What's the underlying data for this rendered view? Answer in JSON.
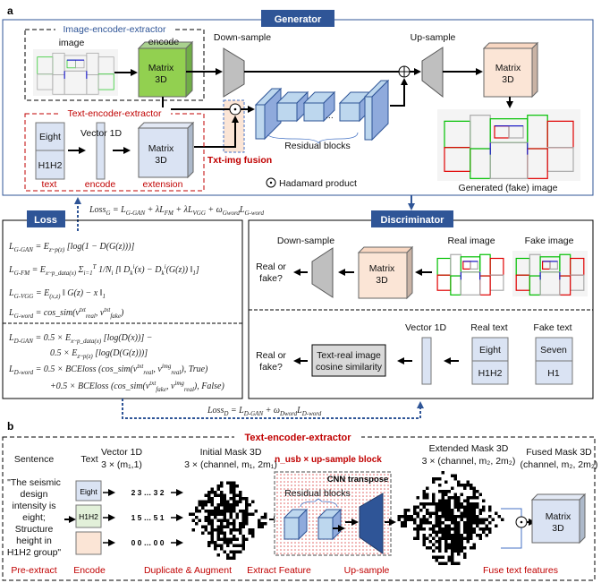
{
  "panel_a": {
    "label": "a",
    "generator": {
      "title": "Generator",
      "image_encoder_title": "Image-encoder-extractor",
      "image_label": "image",
      "encode_label": "encode",
      "matrix_green": [
        "Matrix",
        "3D"
      ],
      "down_sample": "Down-sample",
      "up_sample": "Up-sample",
      "matrix_peach": [
        "Matrix",
        "3D"
      ],
      "residual_blocks": "Residual blocks",
      "generated_image": "Generated (fake) image",
      "text_encoder_title": "Text-encoder-extractor",
      "text_box": [
        "Eight",
        "H1H2"
      ],
      "vector_label": "Vector 1D",
      "matrix_blue": [
        "Matrix",
        "3D"
      ],
      "text_caption": "text",
      "encode_caption": "encode",
      "extension_caption": "extension",
      "fusion_label": "Txt-img fusion",
      "hadamard_label": "Hadamard product",
      "ellipsis": "..."
    },
    "loss_g": [
      [
        "Loss",
        ""
      ],
      [
        "G",
        "sub"
      ],
      [
        " = L",
        ""
      ],
      [
        "G-GAN",
        "sub"
      ],
      [
        " + λL",
        ""
      ],
      [
        "FM",
        "sub"
      ],
      [
        " + λL",
        ""
      ],
      [
        "VGG",
        "sub"
      ],
      [
        " + ω",
        ""
      ],
      [
        "Gword",
        "sub"
      ],
      [
        "L",
        ""
      ],
      [
        "G-word",
        "sub"
      ]
    ],
    "loss": {
      "title": "Loss",
      "equations": [
        [
          [
            "L",
            ""
          ],
          [
            "G-GAN",
            "sub"
          ],
          [
            " = E",
            ""
          ],
          [
            "z~p(z)",
            "sub"
          ],
          [
            " [log(1 − D(G(z)))]",
            ""
          ]
        ],
        [
          [
            "L",
            ""
          ],
          [
            "G-FM",
            "sub"
          ],
          [
            " = E",
            ""
          ],
          [
            "x~p_data(x)",
            "sub"
          ],
          [
            " Σ",
            ""
          ],
          [
            "i=1",
            "sub"
          ],
          [
            "T",
            "sup"
          ],
          [
            " 1/N",
            ""
          ],
          [
            "i",
            "sub"
          ],
          [
            " [‖ D",
            ""
          ],
          [
            "k",
            "sub"
          ],
          [
            "i",
            "sup"
          ],
          [
            "(x) − D",
            ""
          ],
          [
            "k",
            "sub"
          ],
          [
            "i",
            "sup"
          ],
          [
            "(G(z)) ‖",
            ""
          ],
          [
            "1",
            "sub"
          ],
          [
            "]",
            ""
          ]
        ],
        [
          [
            "L",
            ""
          ],
          [
            "G-VGG",
            "sub"
          ],
          [
            " = E",
            ""
          ],
          [
            "(x,z)",
            "sub"
          ],
          [
            " ‖ G(z) − x ‖",
            ""
          ],
          [
            "1",
            "sub"
          ]
        ],
        [
          [
            "L",
            ""
          ],
          [
            "G-word",
            "sub"
          ],
          [
            " = cos_sim(v",
            ""
          ],
          [
            "txt",
            "sup"
          ],
          [
            "real",
            "sub"
          ],
          [
            ", v",
            ""
          ],
          [
            "txt",
            "sup"
          ],
          [
            "fake",
            "sub"
          ],
          [
            ")",
            ""
          ]
        ],
        [
          [
            "L",
            ""
          ],
          [
            "D-GAN",
            "sub"
          ],
          [
            " = 0.5 × E",
            ""
          ],
          [
            "x~p_data(x)",
            "sub"
          ],
          [
            " [log(D(x))] −",
            ""
          ]
        ],
        [
          [
            "0.5 × E",
            ""
          ],
          [
            "z~p(z)",
            "sub"
          ],
          [
            " [log(D(G(z)))]",
            ""
          ]
        ],
        [
          [
            "L",
            ""
          ],
          [
            "D-word",
            "sub"
          ],
          [
            " = 0.5 × BCEloss (cos_sim(v",
            ""
          ],
          [
            "txt",
            "sup"
          ],
          [
            "real",
            "sub"
          ],
          [
            ", v",
            ""
          ],
          [
            "img",
            "sup"
          ],
          [
            "real",
            "sub"
          ],
          [
            "), True)",
            ""
          ]
        ],
        [
          [
            "+0.5 × BCEloss (cos_sim(v",
            ""
          ],
          [
            "txt",
            "sup"
          ],
          [
            "fake",
            "sub"
          ],
          [
            ", v",
            ""
          ],
          [
            "img",
            "sup"
          ],
          [
            "real",
            "sub"
          ],
          [
            "), False)",
            ""
          ]
        ]
      ]
    },
    "discriminator": {
      "title": "Discriminator",
      "real_or_fake": [
        "Real or",
        "fake?"
      ],
      "down_sample": "Down-sample",
      "matrix": [
        "Matrix",
        "3D"
      ],
      "real_image": "Real image",
      "fake_image": "Fake image",
      "vector_label": "Vector 1D",
      "real_text_label": "Real text",
      "fake_text_label": "Fake text",
      "real_text": [
        "Eight",
        "H1H2"
      ],
      "fake_text": [
        "Seven",
        "H1"
      ],
      "cosine_box": [
        "Text-real image",
        "cosine similarity"
      ]
    },
    "loss_d": [
      [
        "Loss",
        ""
      ],
      [
        "D",
        "sub"
      ],
      [
        " = L",
        ""
      ],
      [
        "D-GAN",
        "sub"
      ],
      [
        " + ω",
        ""
      ],
      [
        "Dword",
        "sub"
      ],
      [
        "L",
        ""
      ],
      [
        "D-word",
        "sub"
      ]
    ]
  },
  "panel_b": {
    "label": "b",
    "title": "Text-encoder-extractor",
    "sentence_label": "Sentence",
    "sentence_lines": [
      "\"The seismic",
      "design",
      "intensity is",
      "eight;",
      "Structure",
      "height in",
      "H1H2 group\""
    ],
    "text_label": "Text",
    "text_boxes": [
      "Eight",
      "H1H2",
      ""
    ],
    "vector_label": "Vector 1D",
    "vector_dims": "3 × (m₁,1)",
    "vectors": [
      "2  3  …  3  2",
      "1  5  …  5  1",
      "0  0  …  0  0"
    ],
    "initial_mask": "Initial Mask 3D",
    "initial_dims": "3 × (channel, m₁, 2m₁)",
    "upsample_block": "n_usb × up-sample block",
    "cnn_transpose": "CNN transpose",
    "residual_blocks": "Residual blocks",
    "extended_mask": "Extended Mask 3D",
    "extended_dims": "3 × (channel, m₂, 2m₂)",
    "fused_mask": "Fused Mask 3D",
    "fused_dims": "(channel, m₂, 2m₂)",
    "matrix": [
      "Matrix",
      "3D"
    ],
    "steps": [
      "Pre-extract",
      "Encode",
      "Duplicate & Augment",
      "Extract Feature",
      "Up-sample",
      "Fuse text features"
    ]
  },
  "colors": {
    "accent_blue": "#2f5597",
    "red": "#c00000",
    "green": "#92d050",
    "peach": "#fbe5d6",
    "light_blue": "#dae3f3",
    "block_blue": "#bdd7ee"
  }
}
